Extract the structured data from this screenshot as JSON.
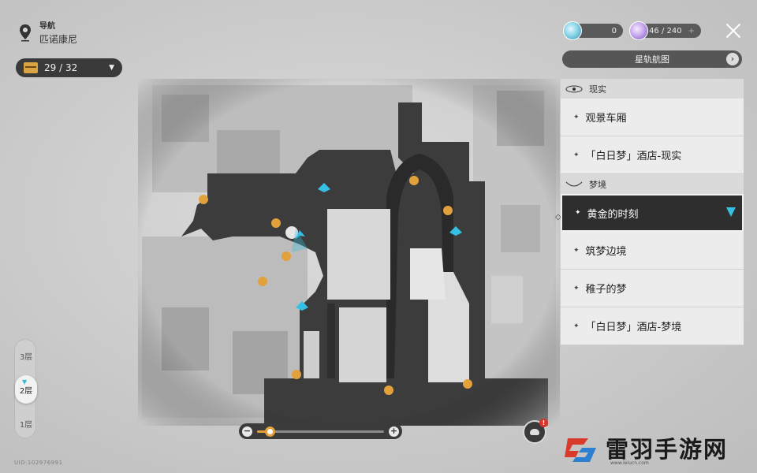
{
  "header": {
    "title": "导航",
    "location": "匹诺康尼",
    "icon": "location-pin-icon"
  },
  "chest_counter": {
    "value": "29 / 32",
    "icon": "treasure-chest-icon"
  },
  "currencies": [
    {
      "name": "stellar-jade",
      "value": "0",
      "icon": "stellar-jade-icon"
    },
    {
      "name": "trailblaze-power",
      "value": "46 / 240",
      "icon": "trailblaze-power-icon",
      "plus": "+"
    }
  ],
  "star_rail_map_button": {
    "label": "星轨航图",
    "icon": "chevron-right-icon"
  },
  "sidebar": {
    "categories": [
      {
        "label": "现实",
        "icon": "eye-icon",
        "items": [
          {
            "label": "观景车厢"
          },
          {
            "label": "「白日梦」酒店-现实"
          }
        ]
      },
      {
        "label": "梦境",
        "icon": "dream-arc-icon",
        "items": [
          {
            "label": "黄金的时刻",
            "active": true
          },
          {
            "label": "筑梦边境"
          },
          {
            "label": "稚子的梦"
          },
          {
            "label": "「白日梦」酒店-梦境"
          }
        ]
      }
    ]
  },
  "floors": {
    "items": [
      "3层",
      "2层",
      "1层"
    ],
    "active": "2层"
  },
  "zoom": {
    "level": 0.1,
    "minus": "−",
    "plus": "+"
  },
  "uid": "UID:102976991",
  "notification_badge": "!",
  "watermark": {
    "text": "雷羽手游网",
    "url": "www.leiucn.com"
  },
  "colors": {
    "accent": "#35c0e3",
    "gold": "#e3a13c",
    "dark": "#2e2e2e"
  }
}
